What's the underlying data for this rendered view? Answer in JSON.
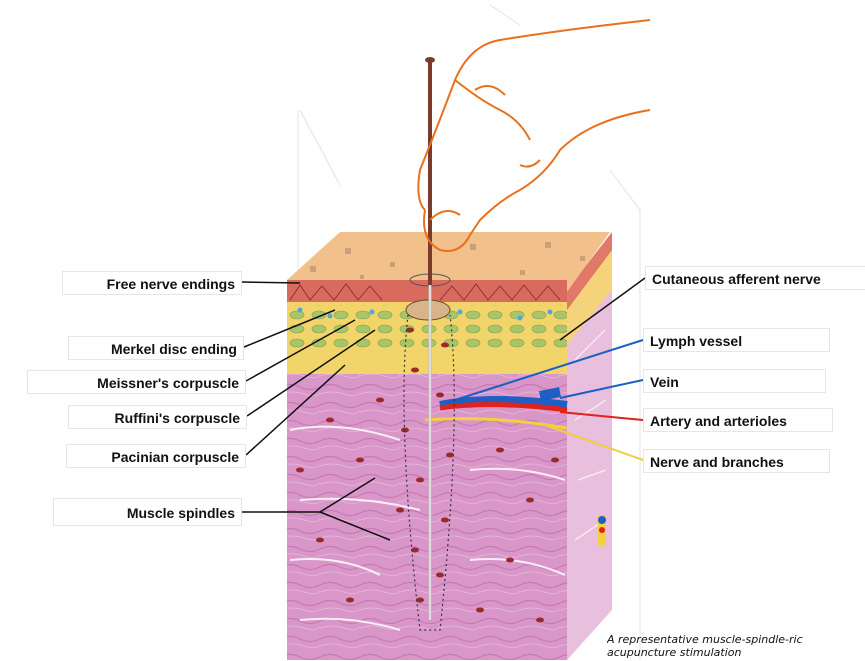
{
  "labels_left": [
    {
      "id": "free-nerve-endings",
      "text": "Free nerve endings"
    },
    {
      "id": "merkel-disc-ending",
      "text": "Merkel disc ending"
    },
    {
      "id": "meissners-corpuscle",
      "text": "Meissner's corpuscle"
    },
    {
      "id": "ruffinis-corpuscle",
      "text": "Ruffini's corpuscle"
    },
    {
      "id": "pacinian-corpuscle",
      "text": "Pacinian corpuscle"
    },
    {
      "id": "muscle-spindles",
      "text": "Muscle spindles"
    }
  ],
  "labels_right": [
    {
      "id": "cutaneous-afferent-nerve",
      "text": "Cutaneous afferent nerve"
    },
    {
      "id": "lymph-vessel",
      "text": "Lymph vessel"
    },
    {
      "id": "vein",
      "text": "Vein"
    },
    {
      "id": "artery-and-arterioles",
      "text": "Artery and arterioles"
    },
    {
      "id": "nerve-and-branches",
      "text": "Nerve and branches"
    }
  ],
  "caption": {
    "line1": "A representative muscle-spindle-ric",
    "line2": "acupuncture stimulation"
  },
  "colors": {
    "skin_surface": "#f2c08a",
    "epidermis": "#d96a5e",
    "dermis_yellow": "#f1d56a",
    "muscle": "#d996c8",
    "hand_outline": "#e8711e",
    "needle": "#7a3b2b",
    "artery": "#e0231e",
    "vein": "#1d5fc4",
    "nerve": "#f2d13a"
  }
}
